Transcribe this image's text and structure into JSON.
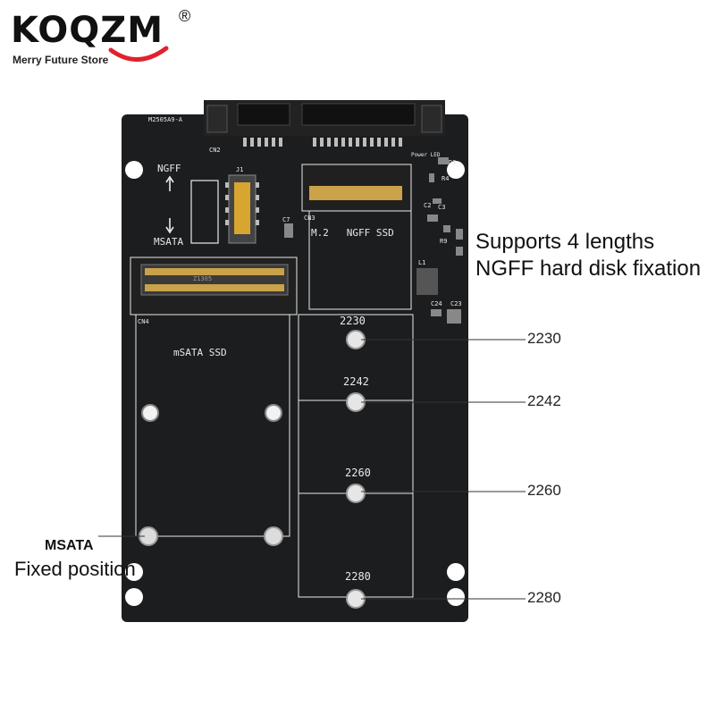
{
  "logo": {
    "brand": "KOQZM",
    "registered": "®",
    "tagline": "Merry Future Store",
    "icon": "smile-swoosh-icon"
  },
  "board": {
    "model": "M2505A9-A",
    "cn2": "CN2",
    "power_led": "Power LED",
    "d3": "D3",
    "ngff_switch_label": "NGFF",
    "msata_switch_label": "MSATA",
    "j1": "J1",
    "c7": "C7",
    "cn3": "CN3",
    "cn4": "CN4",
    "m2_slot_label": "M.2   NGFF SSD",
    "msata_slot_label": "mSATA SSD",
    "r4": "R4",
    "c2": "C2",
    "c3": "C3",
    "r9": "R9",
    "l1": "L1",
    "c24": "C24",
    "c23": "C23",
    "connector_marking": "Z1305",
    "length_markings": [
      "2230",
      "2242",
      "2260",
      "2280"
    ]
  },
  "callouts": {
    "lengths_line1": "Supports 4 lengths",
    "lengths_line2": "NGFF hard disk fixation",
    "sizes": [
      "2230",
      "2242",
      "2260",
      "2280"
    ],
    "msata_title": "MSATA",
    "msata_sub": "Fixed position"
  },
  "colors": {
    "pcb": "#1c1d1f",
    "silkscreen": "#e9e9e9",
    "gold": "#c9a24a",
    "accent_red": "#e0222c",
    "metal": "#c8c8c8"
  }
}
